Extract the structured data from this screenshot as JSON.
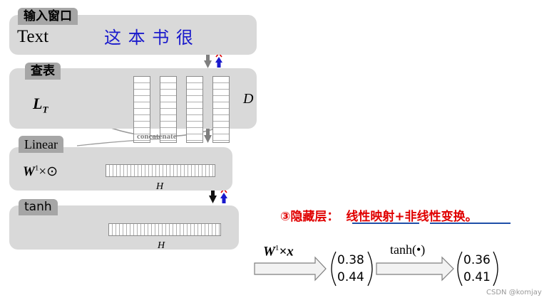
{
  "input_window": {
    "label": "输入窗口",
    "text_label": "Text",
    "chinese_text": "这 本 书 很"
  },
  "lookup": {
    "label": "查表",
    "lt": "L",
    "lt_sub": "T",
    "dim": "D",
    "concat_label": "concatenate"
  },
  "linear": {
    "label": "Linear",
    "w": "W",
    "sup": "1",
    "op": "×⊙",
    "h": "H"
  },
  "tanh": {
    "label": "tanh",
    "h": "H"
  },
  "hidden": {
    "title_prefix": "③隐藏层：",
    "part1": "线性映射",
    "plus": "+",
    "part2": "非线性变换",
    "end": "。",
    "w": "W",
    "sup": "1",
    "x": "×x",
    "vec1": [
      "0.38",
      "0.44"
    ],
    "tanh": "tanh(•)",
    "vec2": [
      "0.36",
      "0.41"
    ]
  },
  "watermark": "CSDN @komjay",
  "colors": {
    "accent_red": "#e00000",
    "accent_blue": "#1a1acc",
    "underline": "#1f4fa8"
  }
}
